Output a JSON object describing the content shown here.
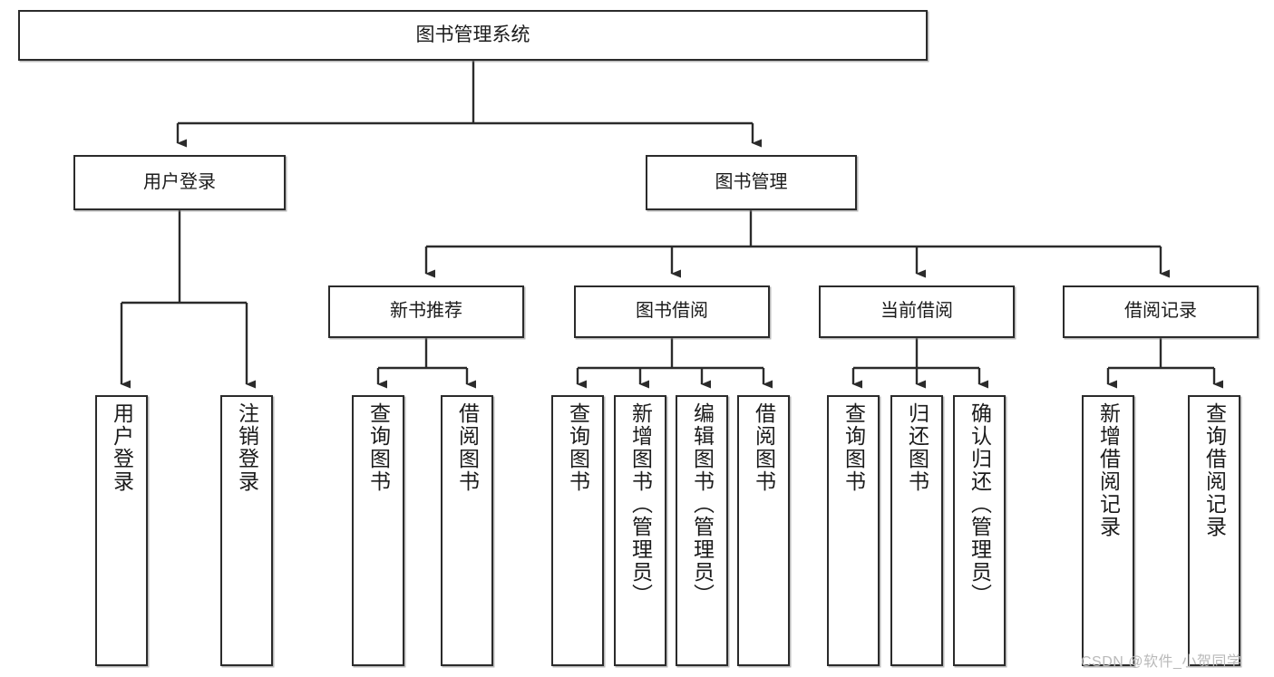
{
  "diagram": {
    "title": "图书管理系统",
    "type": "tree-hierarchy-diagram",
    "stroke_color": "#2b2b2b",
    "fill_color": "#ffffff",
    "text_color": "#1b1b1b",
    "nodes": {
      "root": {
        "label": "图书管理系统"
      },
      "level2": [
        {
          "id": "user-login",
          "label": "用户登录"
        },
        {
          "id": "book-manage",
          "label": "图书管理"
        }
      ],
      "level3": [
        {
          "id": "new-book-recommend",
          "label": "新书推荐"
        },
        {
          "id": "book-borrow",
          "label": "图书借阅"
        },
        {
          "id": "current-borrow",
          "label": "当前借阅"
        },
        {
          "id": "borrow-record",
          "label": "借阅记录"
        }
      ],
      "leaves": [
        {
          "id": "leaf-user-login",
          "label": "用户登录",
          "parent": "user-login"
        },
        {
          "id": "leaf-user-logout",
          "label": "注销登录",
          "parent": "user-login"
        },
        {
          "id": "leaf-query-book-1",
          "label": "查询图书",
          "parent": "new-book-recommend"
        },
        {
          "id": "leaf-borrow-book-1",
          "label": "借阅图书",
          "parent": "new-book-recommend"
        },
        {
          "id": "leaf-query-book-2",
          "label": "查询图书",
          "parent": "book-borrow"
        },
        {
          "id": "leaf-add-book",
          "label": "新增图书（管理员）",
          "parent": "book-borrow"
        },
        {
          "id": "leaf-edit-book",
          "label": "编辑图书（管理员）",
          "parent": "book-borrow"
        },
        {
          "id": "leaf-borrow-book-2",
          "label": "借阅图书",
          "parent": "book-borrow"
        },
        {
          "id": "leaf-query-book-3",
          "label": "查询图书",
          "parent": "current-borrow"
        },
        {
          "id": "leaf-return-book",
          "label": "归还图书",
          "parent": "current-borrow"
        },
        {
          "id": "leaf-confirm-return",
          "label": "确认归还（管理员）",
          "parent": "current-borrow"
        },
        {
          "id": "leaf-add-record",
          "label": "新增借阅记录",
          "parent": "borrow-record"
        },
        {
          "id": "leaf-query-record",
          "label": "查询借阅记录",
          "parent": "borrow-record"
        }
      ]
    }
  },
  "watermark": {
    "text": "CSDN @软件_小贺同学"
  }
}
